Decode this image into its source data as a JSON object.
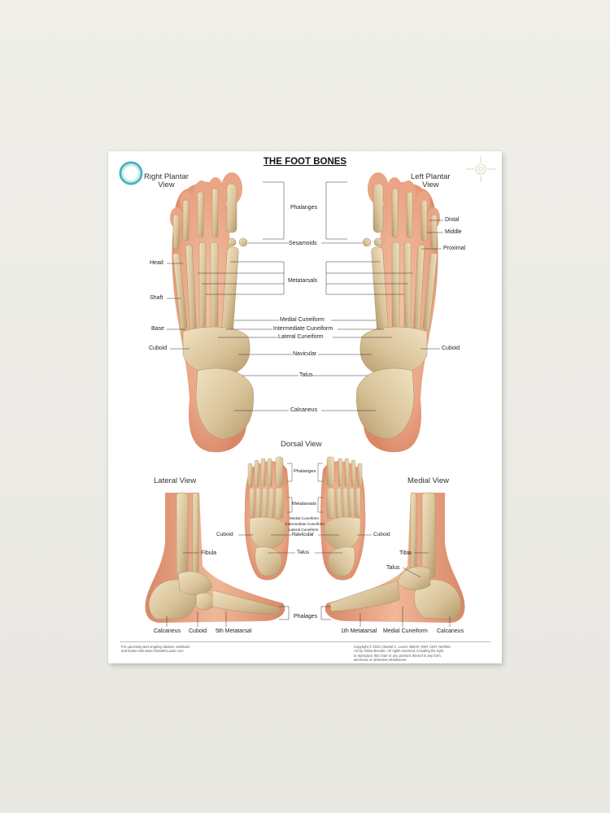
{
  "title": "THE FOOT BONES",
  "views": {
    "right_plantar": [
      "Right Plantar",
      "View"
    ],
    "left_plantar": [
      "Left Plantar",
      "View"
    ],
    "dorsal": "Dorsal View",
    "lateral": "Lateral View",
    "medial": "Medial View"
  },
  "center_labels": {
    "phalanges": "Phalanges",
    "sesamoids": "Sesamoids",
    "metatarsals": "Metatarsals",
    "medial_cuneiform": "Medial Cuneiform",
    "intermediate_cuneiform": "Intermediate Cuneiform",
    "lateral_cuneiform": "Lateral Cuneiform",
    "navicular": "Navicular",
    "talus": "Talus",
    "calcaneus": "Calcaneus"
  },
  "left_labels": {
    "head": "Head",
    "shaft": "Shaft",
    "base": "Base",
    "cuboid": "Cuboid"
  },
  "right_labels": {
    "distal": "Distal",
    "middle": "Middle",
    "proximal": "Proximal",
    "cuboid": "Cuboid"
  },
  "dorsal_labels": {
    "phalanges": "Phalanges",
    "metatarsals": "Metatarsals",
    "medial_cuneiform": "Medial Cuneiform",
    "intermediate_cuneiform": "Intermediate Cuneiform",
    "lateral_cuneiform": "Lateral Cuneiform",
    "navicular": "Navicular",
    "talus": "Talus",
    "cuboid_left": "Cuboid",
    "cuboid_right": "Cuboid"
  },
  "lateral_labels": {
    "fibula": "Fibula",
    "calcaneus": "Calcaneus",
    "cuboid": "Cuboid",
    "fifth_metatarsal": "5th Metatarsal"
  },
  "medial_labels": {
    "tibia": "Tibia",
    "talus": "Talus",
    "first_metatarsal": "1th Metatarsal",
    "medial_cuneiform": "Medial Cuneiform",
    "calcaneus": "Calcaneus"
  },
  "phalages": "Phalages",
  "footer": {
    "left": [
      "For upcoming and ongoing classes, webinars,",
      "and books visit www.ChantelCLucier.com"
    ],
    "right": [
      "Copyright © 2022 Chantel C. Lucier, NBCR, RMT, CMT, NCREd",
      "Art by: Mirsa Becukic.   All rights reserved, including the right",
      "to reproduce this chart or any portions thereof in any form,",
      "electronic or otherwise whatsoever."
    ]
  },
  "colors": {
    "skin": "#e9a585",
    "bone": "#dcc8a0",
    "bone_shadow": "#a88e62",
    "logo_ring": "#2aa6b6"
  }
}
